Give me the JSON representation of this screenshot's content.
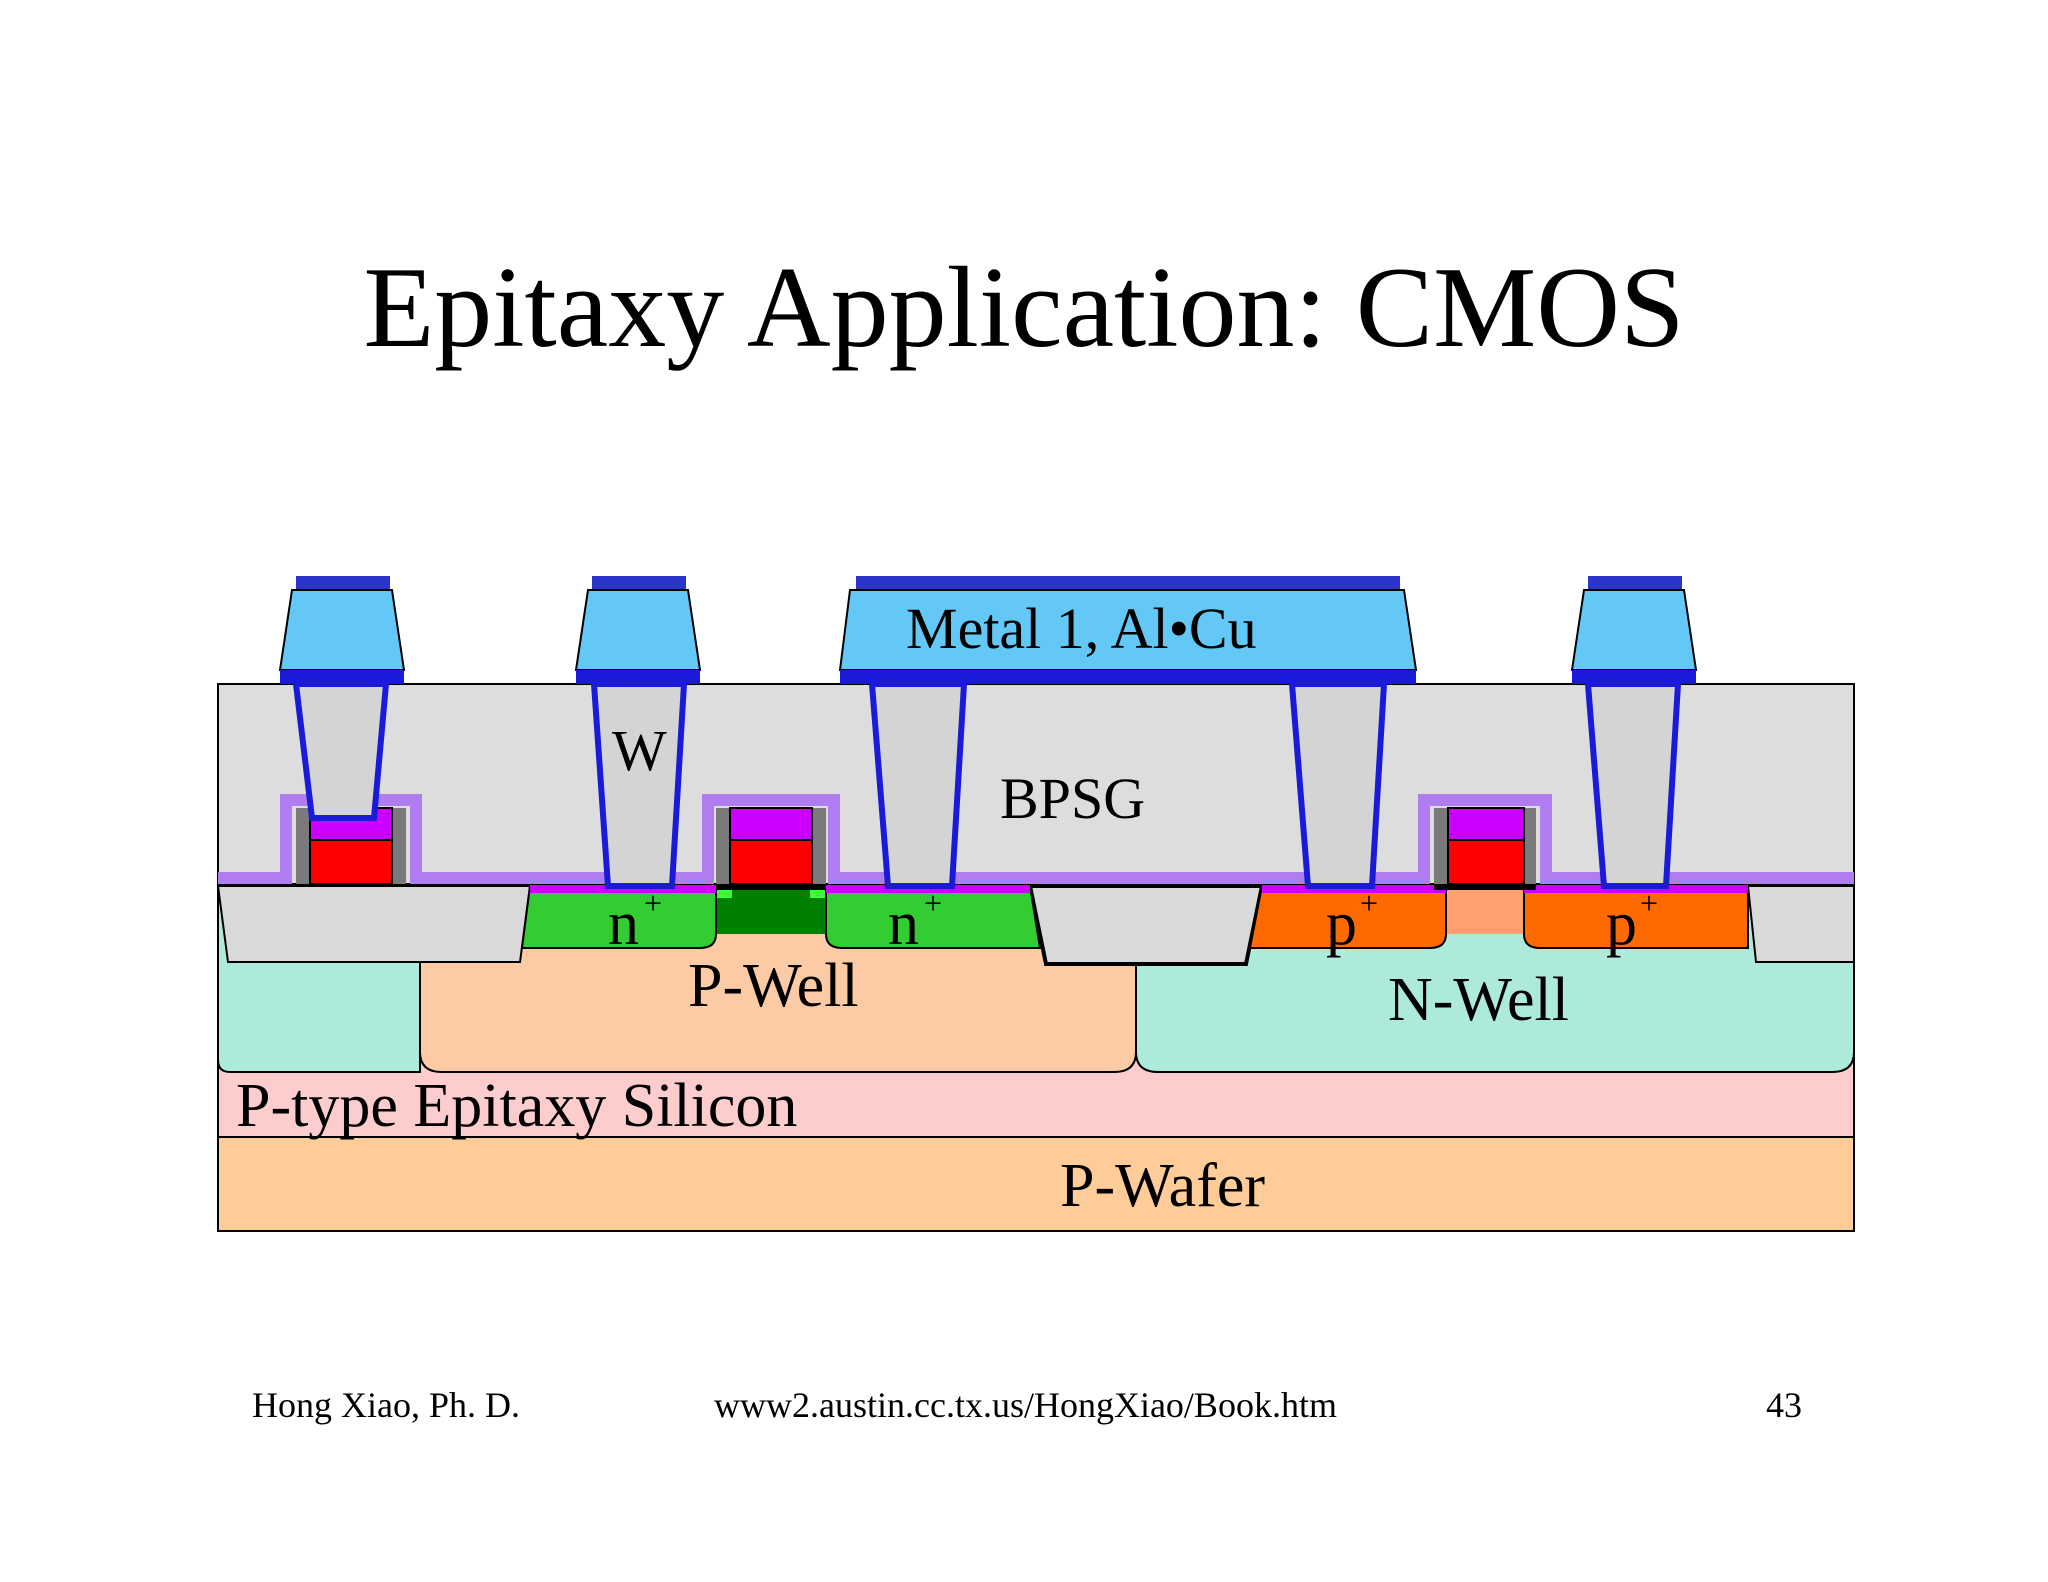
{
  "slide": {
    "title": "Epitaxy Application: CMOS"
  },
  "diagram": {
    "labels": {
      "metal": "Metal 1, Al•Cu",
      "tungsten": "W",
      "bpsg": "BPSG",
      "n_plus": "n",
      "p_plus": "p",
      "plus_sup": "+",
      "p_well": "P-Well",
      "n_well": "N-Well",
      "epi": "P-type Epitaxy Silicon",
      "wafer": "P-Wafer"
    },
    "colors": {
      "metal_cap": "#2b35c9",
      "metal_body": "#63c8f5",
      "metal_barrier": "#1a1ad8",
      "bpsg": "#dddddd",
      "tungsten_plug": "#d4d4d4",
      "liner": "#b07df0",
      "gate_poly": "#ff0000",
      "silicide": "#cc00ff",
      "n_plus": "#33cc33",
      "channel_n": "#008000",
      "p_plus": "#ff6a00",
      "channel_p": "#ffa070",
      "p_well": "#fdcaa6",
      "n_well": "#aeeadc",
      "epi": "#fdcccc",
      "wafer": "#fdcc99",
      "sti": "#d9d9d9"
    }
  },
  "footer": {
    "author": "Hong Xiao, Ph. D.",
    "url": "www2.austin.cc.tx.us/HongXiao/Book.htm",
    "page": "43"
  }
}
